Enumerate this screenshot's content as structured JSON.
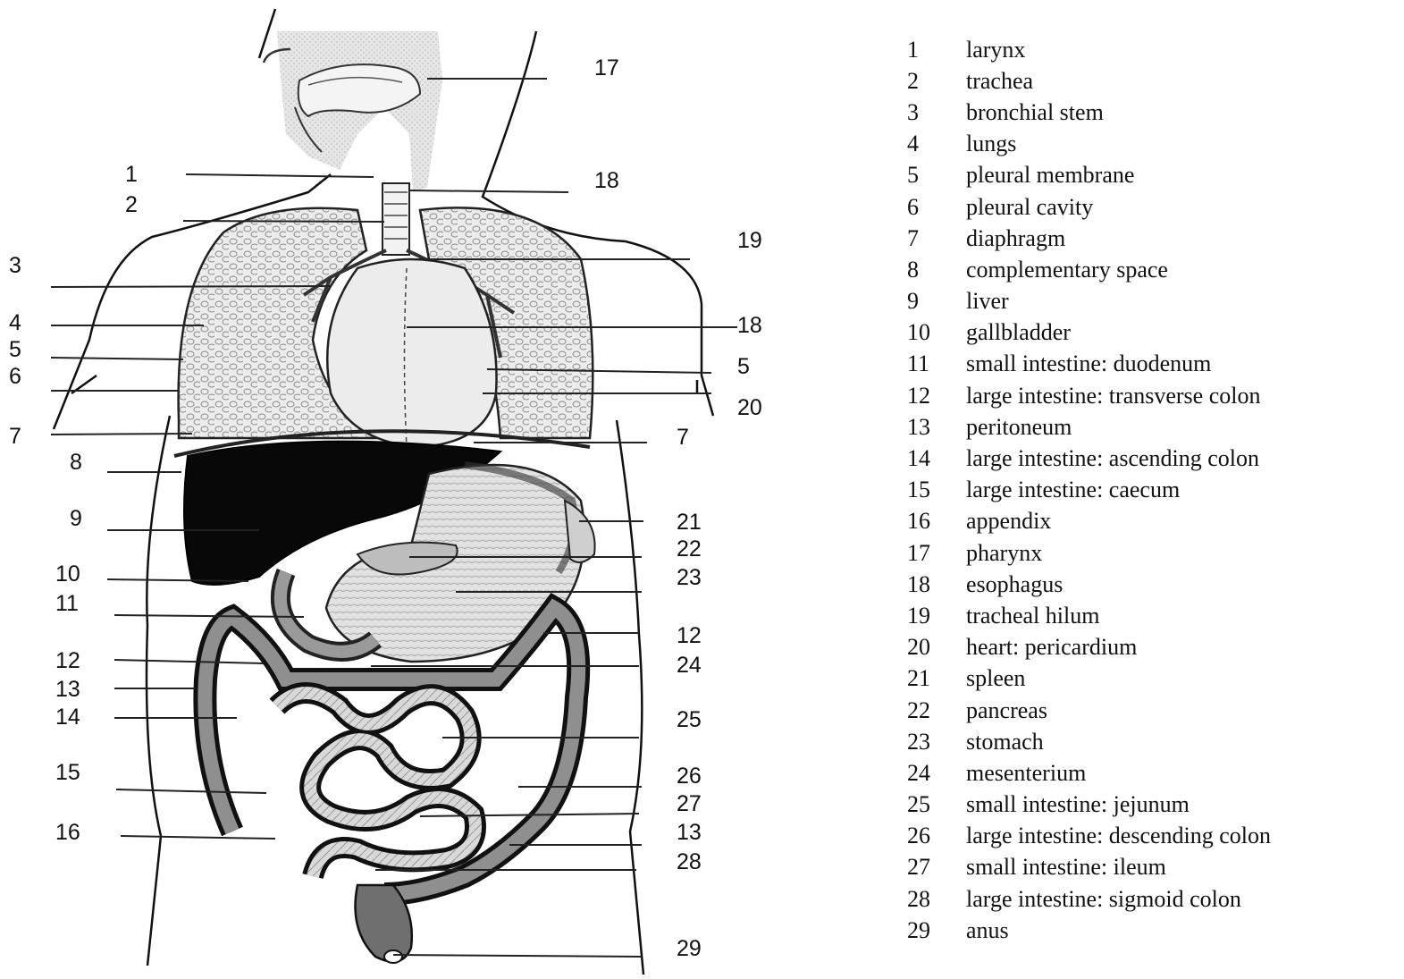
{
  "callouts": [
    {
      "num": "1",
      "label": "larynx"
    },
    {
      "num": "2",
      "label": "trachea"
    },
    {
      "num": "3",
      "label": "bronchial stem"
    },
    {
      "num": "4",
      "label": "lungs"
    },
    {
      "num": "5",
      "label": "pleural membrane"
    },
    {
      "num": "6",
      "label": "pleural cavity"
    },
    {
      "num": "7",
      "label": "diaphragm"
    },
    {
      "num": "8",
      "label": "complementary space"
    },
    {
      "num": "9",
      "label": "liver"
    },
    {
      "num": "10",
      "label": "gallbladder"
    },
    {
      "num": "11",
      "label": "small intestine: duodenum"
    },
    {
      "num": "12",
      "label": "large intestine: transverse colon"
    },
    {
      "num": "13",
      "label": "peritoneum"
    },
    {
      "num": "14",
      "label": "large intestine: ascending colon"
    },
    {
      "num": "15",
      "label": "large intestine: caecum"
    },
    {
      "num": "16",
      "label": "appendix"
    },
    {
      "num": "17",
      "label": "pharynx"
    },
    {
      "num": "18",
      "label": "esophagus"
    },
    {
      "num": "19",
      "label": "tracheal hilum"
    },
    {
      "num": "20",
      "label": "heart: pericardium"
    },
    {
      "num": "21",
      "label": "spleen"
    },
    {
      "num": "22",
      "label": "pancreas"
    },
    {
      "num": "23",
      "label": "stomach"
    },
    {
      "num": "24",
      "label": "mesenterium"
    },
    {
      "num": "25",
      "label": "small intestine: jejunum"
    },
    {
      "num": "26",
      "label": "large intestine: descending colon"
    },
    {
      "num": "27",
      "label": "small intestine: ileum"
    },
    {
      "num": "28",
      "label": "large intestine: sigmoid colon"
    },
    {
      "num": "29",
      "label": "anus"
    }
  ]
}
